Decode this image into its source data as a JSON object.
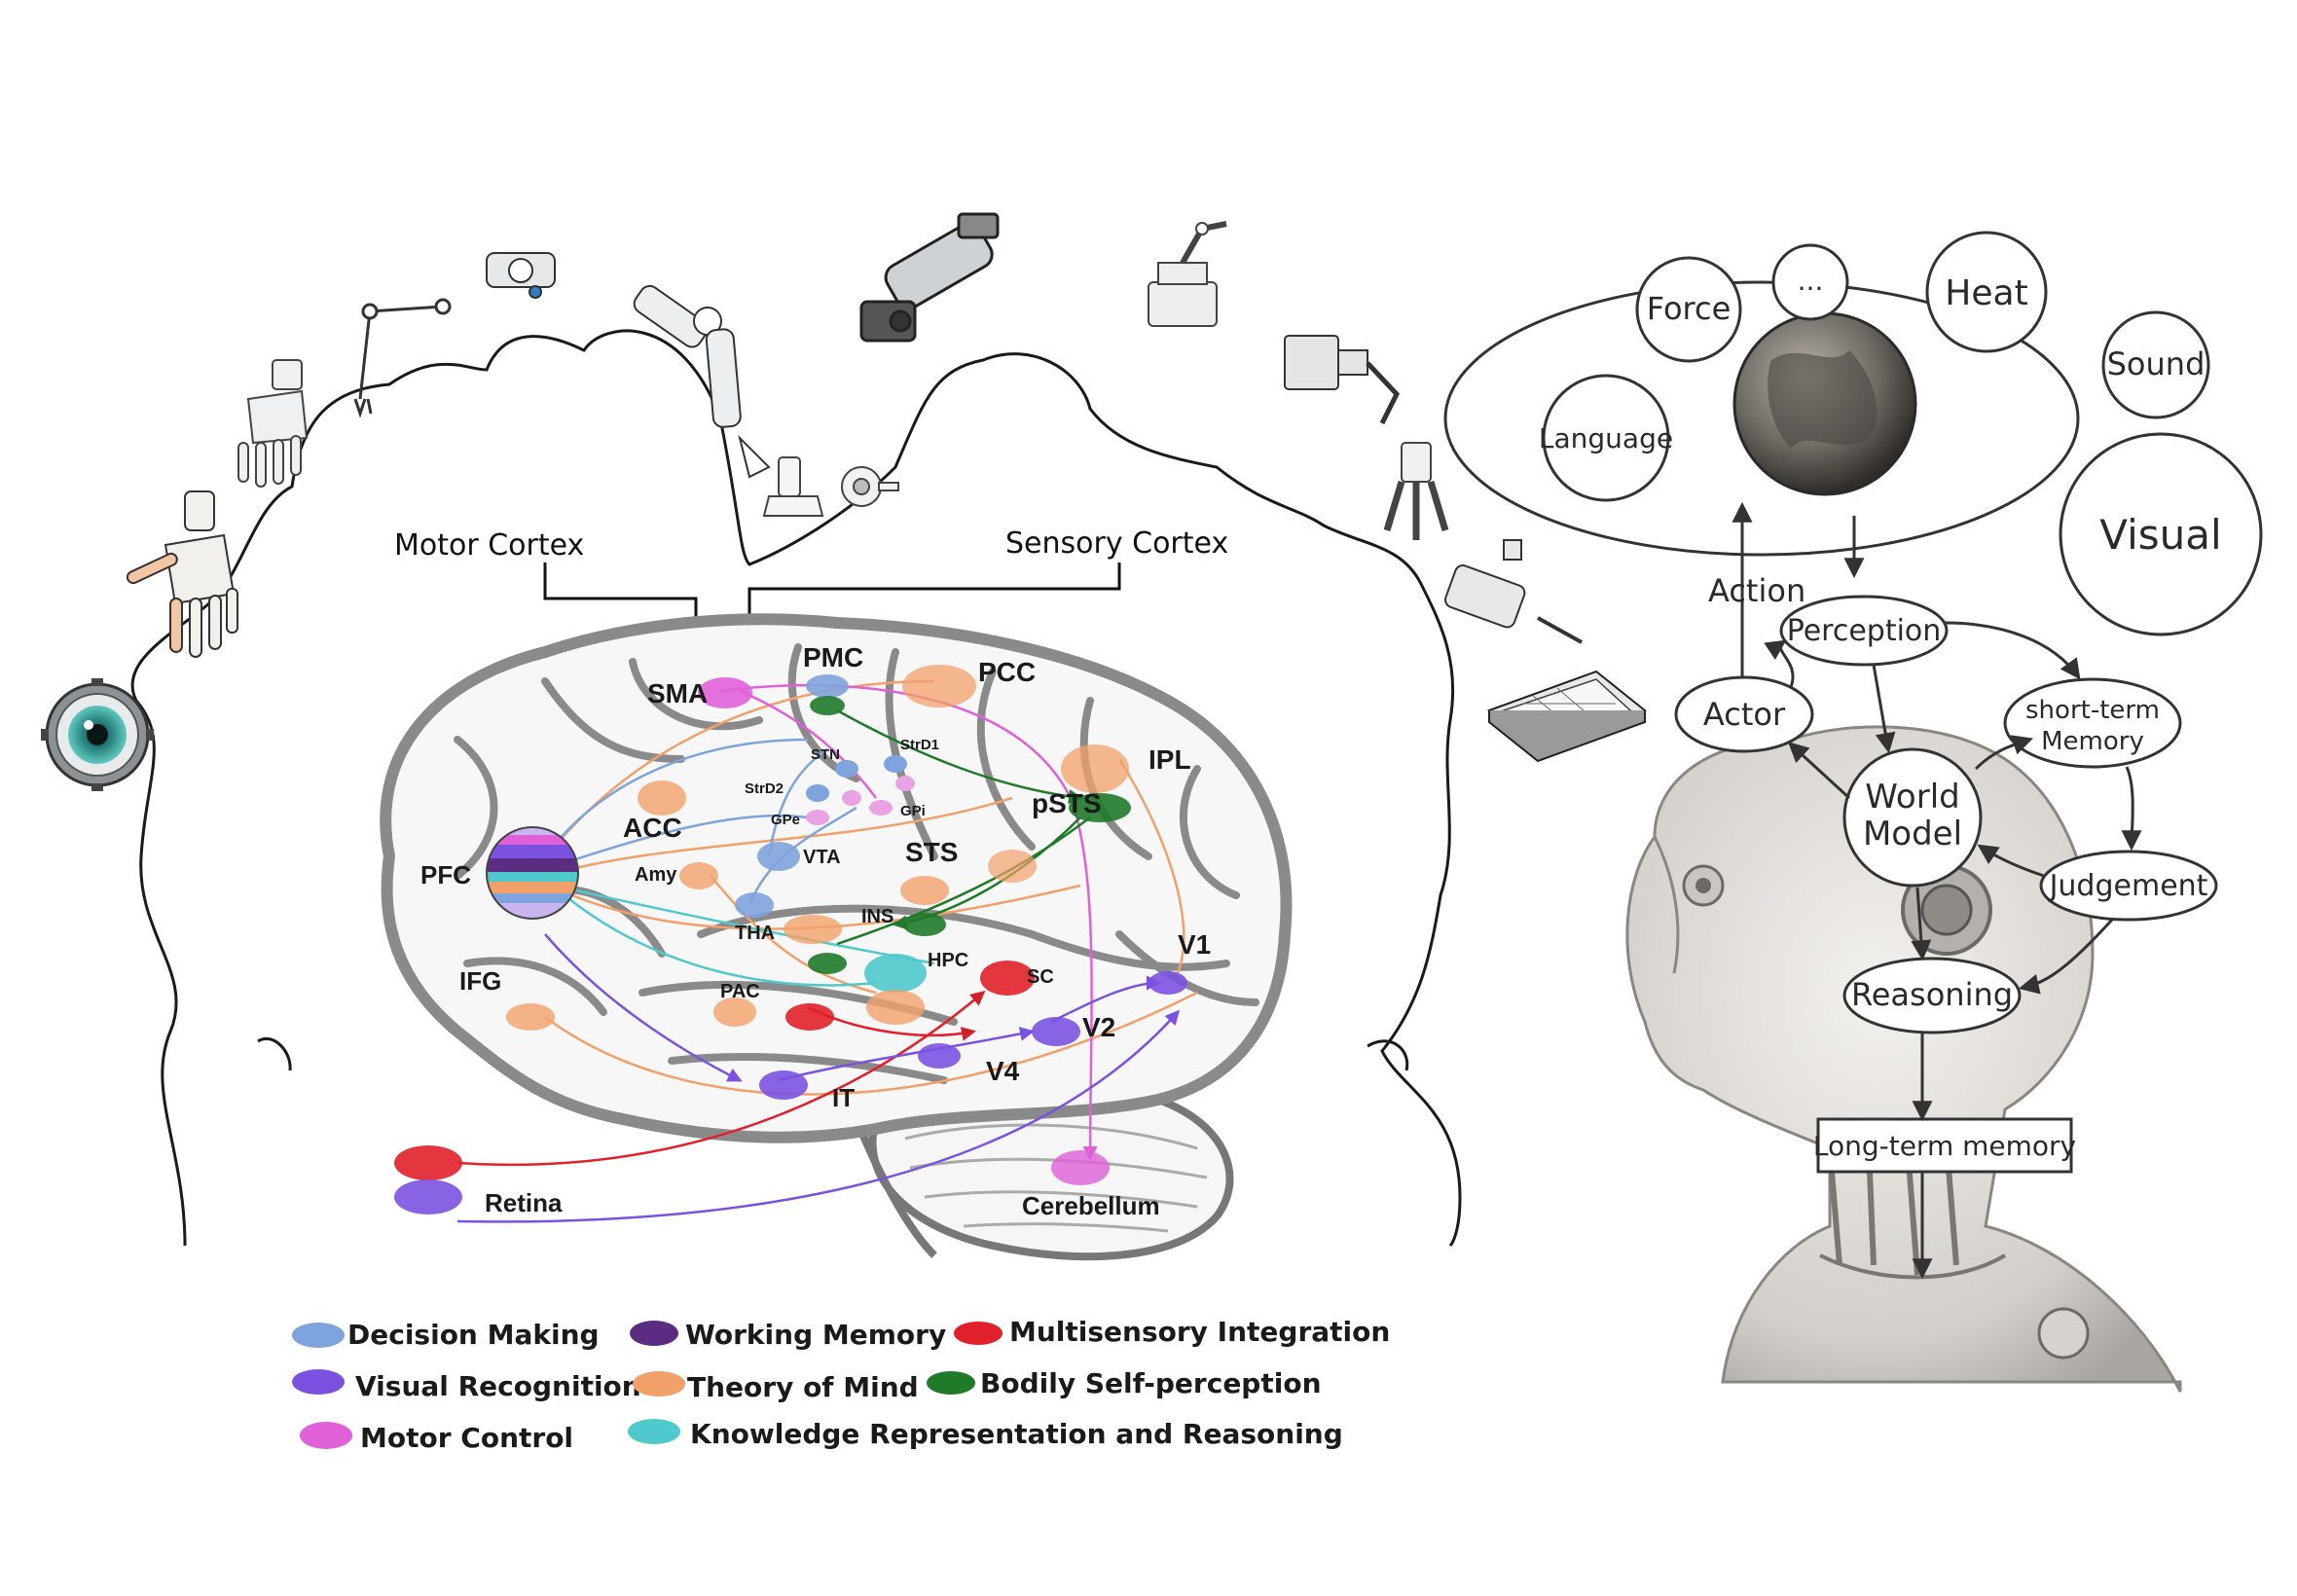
{
  "colors": {
    "decision_making": "#7fa3dd",
    "working_memory": "#5a2d82",
    "multisensory_integration": "#e0202a",
    "visual_recognition": "#7b52e0",
    "theory_of_mind": "#f2a06a",
    "bodily_self_perception": "#1f7a2a",
    "motor_control": "#e060d8",
    "knowledge_representation": "#4fc9cc"
  },
  "callouts": {
    "motor_cortex": "Motor Cortex",
    "sensory_cortex": "Sensory Cortex"
  },
  "regions": {
    "sma": "SMA",
    "pmc": "PMC",
    "pcc": "PCC",
    "ipl": "IPL",
    "acc": "ACC",
    "pfc": "PFC",
    "amy": "Amy",
    "vta": "VTA",
    "sts": "STS",
    "psts": "pSTS",
    "tha": "THA",
    "ins": "INS",
    "hpc": "HPC",
    "ifg": "IFG",
    "pac": "PAC",
    "sc": "SC",
    "v1": "V1",
    "v2": "V2",
    "v4": "V4",
    "it": "IT",
    "stn": "STN",
    "strd1": "StrD1",
    "strd2": "StrD2",
    "gpe": "GPe",
    "gpi": "GPi",
    "retina": "Retina",
    "cerebellum": "Cerebellum"
  },
  "legend": [
    {
      "label": "Decision Making",
      "color": "#7fa3dd"
    },
    {
      "label": "Working Memory",
      "color": "#5a2d82"
    },
    {
      "label": "Multisensory Integration",
      "color": "#e0202a"
    },
    {
      "label": "Visual Recognition",
      "color": "#7b52e0"
    },
    {
      "label": "Theory of Mind",
      "color": "#f2a06a"
    },
    {
      "label": "Bodily Self-perception",
      "color": "#1f7a2a"
    },
    {
      "label": "Motor Control",
      "color": "#e060d8"
    },
    {
      "label": "Knowledge Representation and Reasoning",
      "color": "#4fc9cc"
    }
  ],
  "world": {
    "force": "Force",
    "ellipsis": "...",
    "heat": "Heat",
    "sound": "Sound",
    "language": "Language",
    "visual": "Visual"
  },
  "cognition": {
    "action": "Action",
    "perception": "Perception",
    "actor": "Actor",
    "short_term_memory_line1": "short-term",
    "short_term_memory_line2": "Memory",
    "world_model_line1": "World",
    "world_model_line2": "Model",
    "judgement": "Judgement",
    "reasoning": "Reasoning",
    "long_term_memory": "Long-term memory"
  }
}
